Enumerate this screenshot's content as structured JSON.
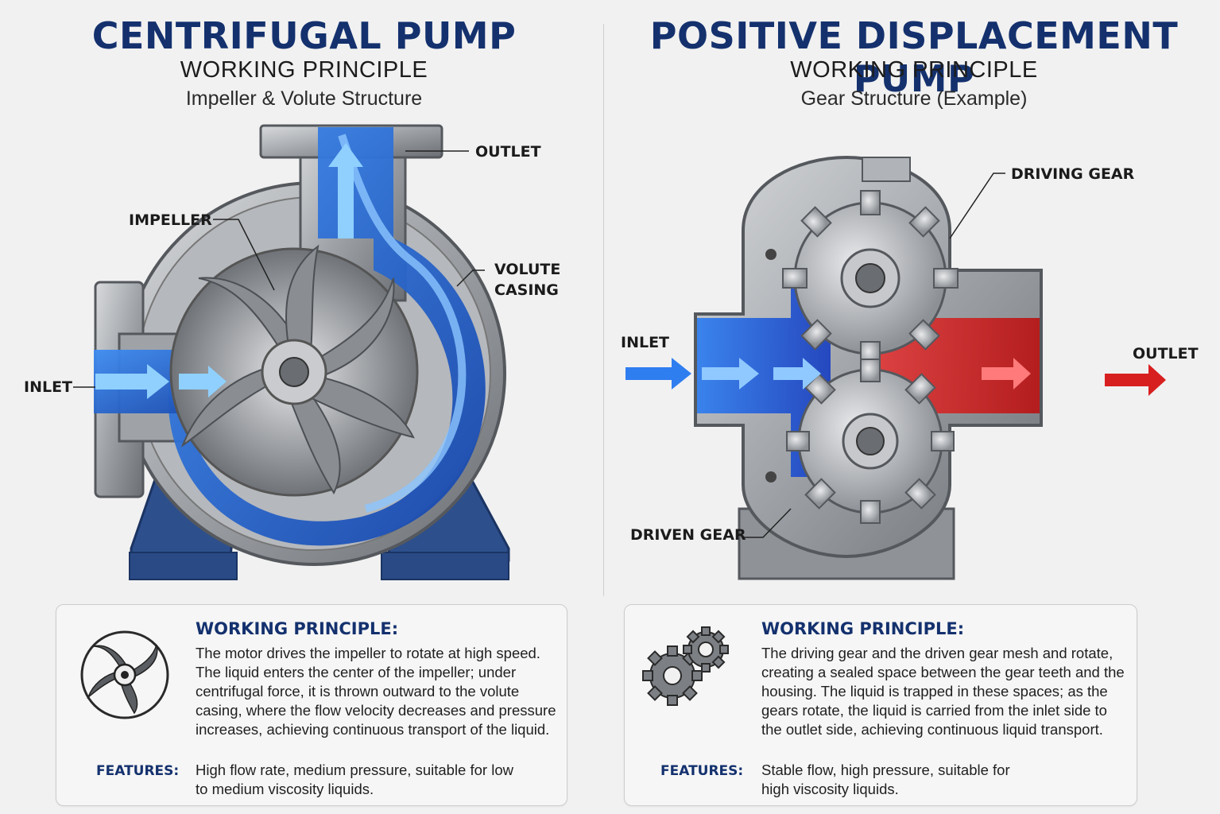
{
  "centrifugal": {
    "title": "CENTRIFUGAL PUMP",
    "subtitle": "WORKING PRINCIPLE",
    "structure": "Impeller & Volute Structure",
    "labels": {
      "outlet": "OUTLET",
      "impeller": "IMPELLER",
      "volute_line1": "VOLUTE",
      "volute_line2": "CASING",
      "inlet": "INLET"
    },
    "info": {
      "heading": "WORKING PRINCIPLE:",
      "body": "The motor drives the impeller to rotate at high speed. The liquid enters the center of the impeller; under centrifugal force, it is thrown outward to the volute casing, where the flow velocity decreases and pressure increases, achieving continuous transport of the liquid.",
      "features_label": "FEATURES:",
      "features": "High flow rate, medium pressure, suitable for low to medium viscosity liquids.",
      "icon": "impeller-icon"
    }
  },
  "positive_displacement": {
    "title": "POSITIVE DISPLACEMENT PUMP",
    "subtitle": "WORKING PRINCIPLE",
    "structure": "Gear Structure (Example)",
    "labels": {
      "driving_gear": "DRIVING GEAR",
      "inlet": "INLET",
      "outlet": "OUTLET",
      "driven_gear": "DRIVEN GEAR"
    },
    "info": {
      "heading": "WORKING PRINCIPLE:",
      "body": "The driving gear and the driven gear mesh and rotate, creating a sealed space between the gear teeth and the housing. The liquid is trapped in these spaces; as the gears rotate, the liquid is carried from the inlet side to the outlet side, achieving continuous liquid transport.",
      "features_label": "FEATURES:",
      "features": "Stable flow, high pressure, suitable for high viscosity liquids.",
      "icon": "gears-icon"
    }
  },
  "colors": {
    "title_navy": "#14316e",
    "flow_blue": "#1f5fd0",
    "flow_light_blue": "#6fb6ff",
    "outlet_red": "#d81f1f",
    "steel": "#9a9ea3",
    "base_blue": "#2d4f8c"
  }
}
